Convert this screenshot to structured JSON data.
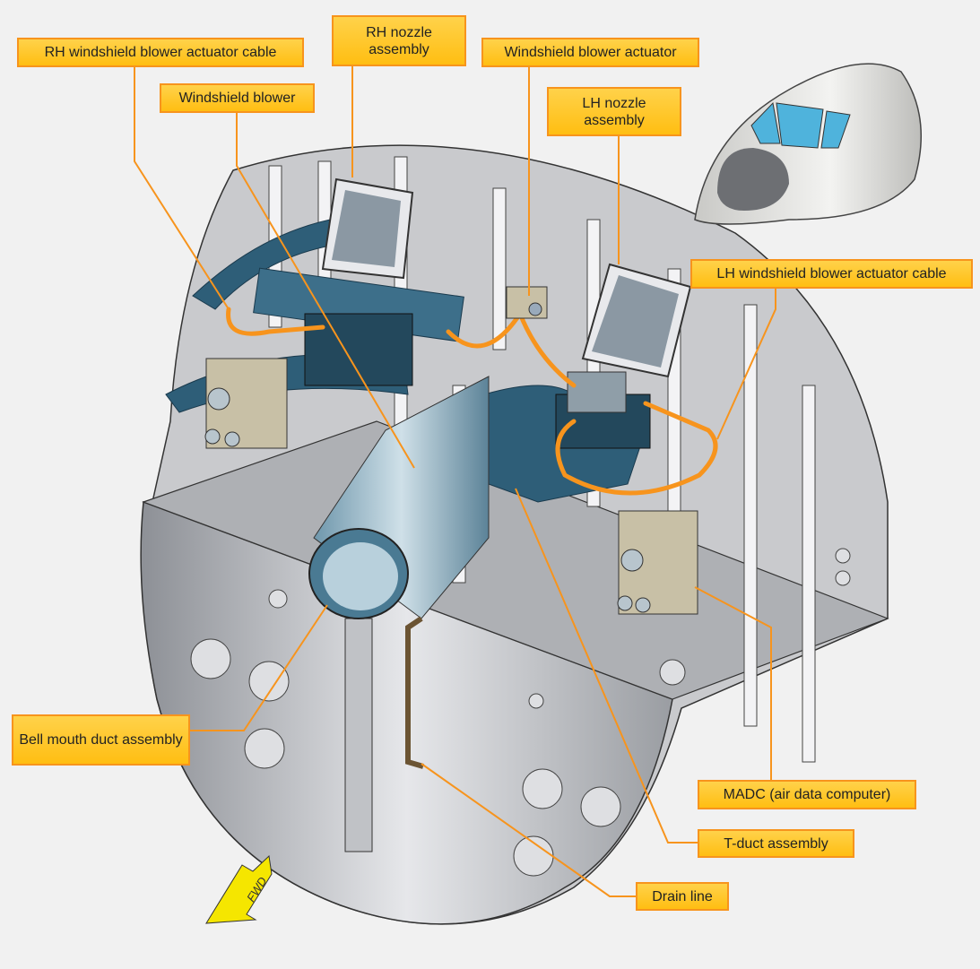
{
  "labels": {
    "rh_cable": "RH windshield blower actuator cable",
    "rh_nozzle": "RH nozzle assembly",
    "blower": "Windshield blower",
    "actuator": "Windshield blower actuator",
    "lh_nozzle": "LH nozzle assembly",
    "lh_cable": "LH windshield blower actuator cable",
    "bell_mouth": "Bell mouth duct assembly",
    "madc": "MADC (air data computer)",
    "t_duct": "T-duct assembly",
    "drain": "Drain line"
  },
  "fwd_arrow": "FWD",
  "colors": {
    "label_fill": "#ffc21a",
    "leader": "#f7941d",
    "cable": "#f7941d",
    "duct": "#2e5e78",
    "arrow": "#f5e600"
  }
}
